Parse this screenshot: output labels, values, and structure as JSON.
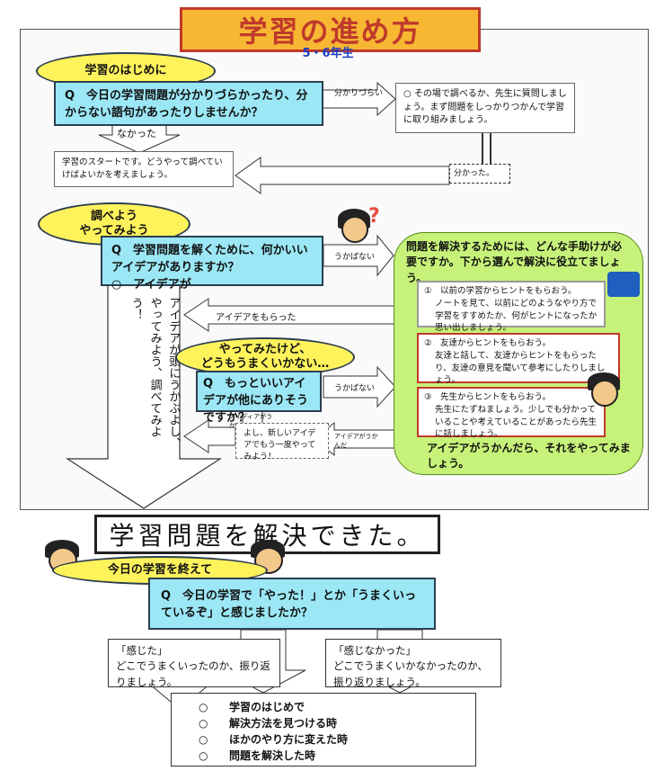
{
  "title": "学習の進め方",
  "grade": "5・6年生",
  "section1": {
    "heading": "学習のはじめに",
    "question": "Q　今日の学習問題が分かりづらかったり、分からない語句があったりしませんか？",
    "tag_unclear": "分かりづらい",
    "advice": "○ その場で調べるか、先生に質問しましょう。まず問題をしっかりつかんで学習に取り組みましょう。",
    "tag_none": "なかった",
    "start_text": "学習のスタートです。どうやって調べていけばよいかを考えましょう。",
    "tag_understood": "分かった。"
  },
  "section2": {
    "heading": "調べよう\nやってみよう",
    "question_line1": "Q　学習問題を解くために、何かいいアイデアがありますか？",
    "question_line2": "○　アイデアが",
    "tag_noidea": "うかばない",
    "vertical_text": "アイデアが頭にうかぶよし、やってみよう、調べてみよう！",
    "tag_gotidea": "アイデアをもらった"
  },
  "help_panel": {
    "intro": "問題を解決するためには、どんな手助けが必要ですか。下から選んで解決に役立てましょう。",
    "hints": [
      {
        "title": "①　以前の学習からヒントをもらおう。",
        "body": "ノートを見て、以前にどのようなやり方で学習をすすめたか、何がヒントになったか思い出しましょう。"
      },
      {
        "title": "②　友達からヒントをもらおう。",
        "body": "友達と話して、友達からヒントをもらったり、友達の意見を聞いて参考にしたりしましょう。"
      },
      {
        "title": "③　先生からヒントをもらおう。",
        "body": "先生にたずねましょう。少しでも分かっていることや考えていることがあったら先生に話しましょう。"
      }
    ],
    "outro": "アイデアがうかんだら、それをやってみましょう。"
  },
  "section3": {
    "heading": "やってみたけど、\nどうもうまくいかない…",
    "question": "Q　もっといいアイデアが他にありそうですか？",
    "tag_noidea": "うかばない",
    "tag_idea_small": "アイディアがうかんだ",
    "tag_idea_small2": "アイデアがうかんだ",
    "retry": "よし、新しいアイデアでもう一度やってみよう！"
  },
  "solved_title": "学習問題を解決できた。",
  "section4": {
    "heading": "今日の学習を終えて",
    "question": "Q　今日の学習で「やった！」とか「うまくいっているぞ」と感じましたか？",
    "felt": "「感じた」\nどこでうまくいったのか、振り返りましょう。",
    "not_felt": "「感じなかった」\nどこでうまくいかなかったのか、振り返りましょう。",
    "checklist": [
      "学習のはじめで",
      "解決方法を見つける時",
      "ほかのやり方に変えた時",
      "問題を解決した時"
    ],
    "check_mark": "○"
  },
  "colors": {
    "banner": "#f7b733",
    "ellipse": "#fff35c",
    "question_box": "#9be7f5",
    "help_panel": "#c7f27a",
    "hint_border": "#c0392b"
  }
}
